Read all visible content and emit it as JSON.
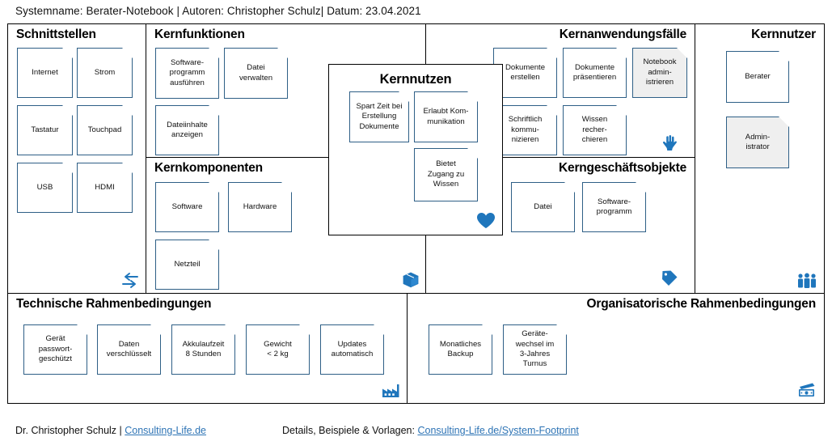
{
  "header": {
    "meta": "Systemname: Berater-Notebook | Autoren: Christopher Schulz| Datum: 23.04.2021"
  },
  "zones": {
    "schnittstellen": {
      "title": "Schnittstellen",
      "icon": "exchange-arrows-icon",
      "cards": [
        {
          "label": "Internet"
        },
        {
          "label": "Strom"
        },
        {
          "label": "Tastatur"
        },
        {
          "label": "Touchpad"
        },
        {
          "label": "USB"
        },
        {
          "label": "HDMI"
        }
      ]
    },
    "kernfunktionen": {
      "title": "Kernfunktionen",
      "icon": "gears-icon",
      "cards": [
        {
          "label": "Software-\nprogramm\nausführen"
        },
        {
          "label": "Datei\nverwalten"
        },
        {
          "label": "Dateiinhalte\nanzeigen"
        }
      ]
    },
    "kernkomponenten": {
      "title": "Kernkomponenten",
      "icon": "box-icon",
      "cards": [
        {
          "label": "Software"
        },
        {
          "label": "Hardware"
        },
        {
          "label": "Netzteil"
        }
      ]
    },
    "kernnutzen": {
      "title": "Kernnutzen",
      "icon": "heart-icon",
      "cards": [
        {
          "label": "Spart Zeit bei\nErstellung\nDokumente"
        },
        {
          "label": "Erlaubt Kom-\nmunikation"
        },
        {
          "label": "Bietet\nZugang zu\nWissen"
        }
      ]
    },
    "kernanwendungsfaelle": {
      "title": "Kernanwendungsfälle",
      "icon": "pointing-hand-icon",
      "cards": [
        {
          "label": "Dokumente\nerstellen"
        },
        {
          "label": "Dokumente\npräsentieren"
        },
        {
          "label": "Notebook\nadmin-\nistrieren",
          "gray": true
        },
        {
          "label": "Schriftlich\nkommu-\nnizieren"
        },
        {
          "label": "Wissen\nrecher-\nchieren"
        }
      ]
    },
    "kerngeschaeftsobjekte": {
      "title": "Kerngeschäftsobjekte",
      "icon": "tag-icon",
      "cards": [
        {
          "label": "Datei"
        },
        {
          "label": "Software-\nprogramm"
        }
      ]
    },
    "kernnutzer": {
      "title": "Kernnutzer",
      "icon": "users-icon",
      "cards": [
        {
          "label": "Berater"
        },
        {
          "label": "Admin-\nistrator",
          "gray": true
        }
      ]
    },
    "technische": {
      "title": "Technische Rahmenbedingungen",
      "icon": "factory-icon",
      "cards": [
        {
          "label": "Gerät\npasswort-\ngeschützt"
        },
        {
          "label": "Daten\nverschlüsselt"
        },
        {
          "label": "Akkulaufzeit\n8 Stunden"
        },
        {
          "label": "Gewicht\n< 2 kg"
        },
        {
          "label": "Updates\nautomatisch"
        }
      ]
    },
    "organisatorische": {
      "title": "Organisatorische Rahmenbedingungen",
      "icon": "money-icon",
      "cards": [
        {
          "label": "Monatliches\nBackup"
        },
        {
          "label": "Geräte-\nwechsel im\n3-Jahres\nTurnus"
        }
      ]
    }
  },
  "footer": {
    "author": "Dr. Christopher Schulz | ",
    "author_link": "Consulting-Life.de",
    "details_prefix": "Details, Beispiele & Vorlagen: ",
    "details_link": "Consulting-Life.de/System-Footprint"
  },
  "colors": {
    "accent": "#1F76BC",
    "card_border": "#2E5F86",
    "card_gray": "#EFEFEF",
    "link": "#2E74B5",
    "frame": "#000000"
  }
}
